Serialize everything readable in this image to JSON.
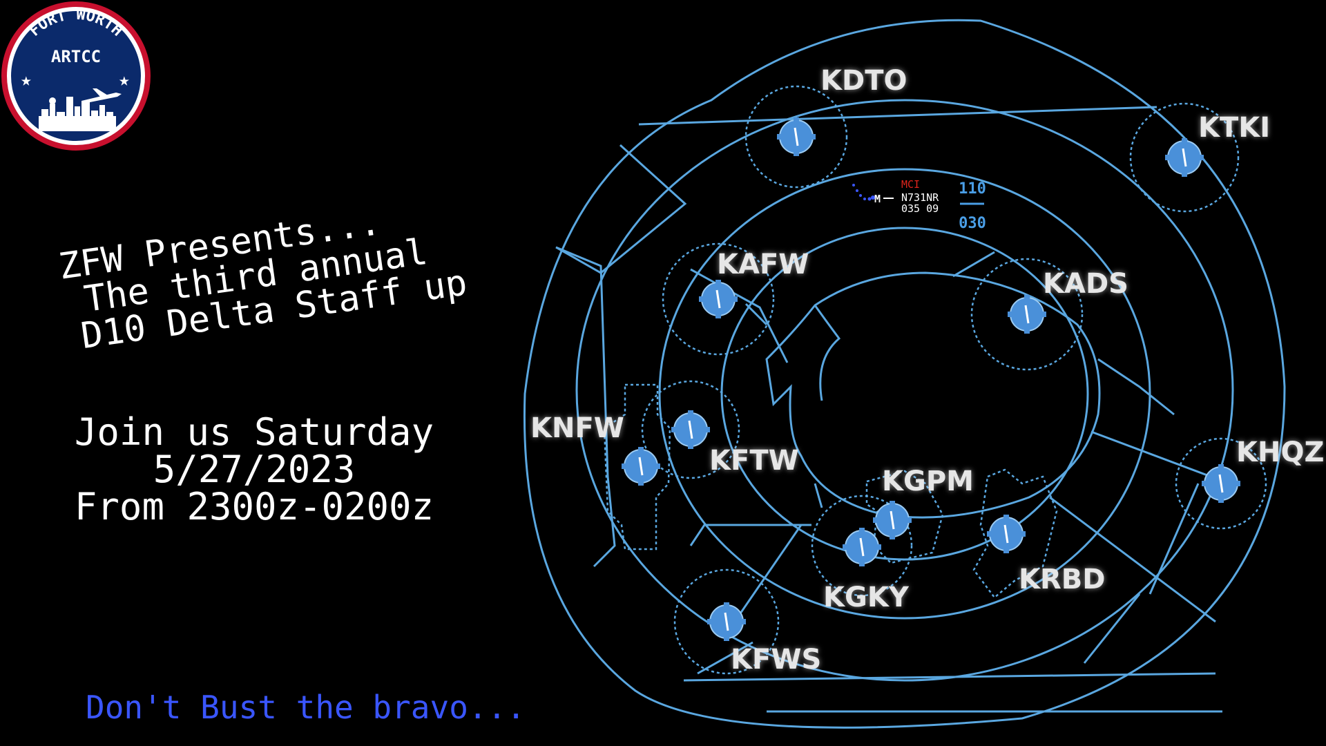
{
  "logo": {
    "top_text": "FORT WORTH",
    "bottom_text": "ARTCC",
    "colors": {
      "ring": "#c8102e",
      "field": "#0b2a6b",
      "text": "#ffffff"
    }
  },
  "headline": {
    "line1": "ZFW Presents...",
    "line2": "The third annual",
    "line3": "D10 Delta Staff up"
  },
  "event": {
    "line1": "Join us Saturday",
    "line2": "5/27/2023",
    "line3": "From 2300z-0200z"
  },
  "footer": {
    "tagline": "Don't Bust the bravo..."
  },
  "airports": {
    "kdto": "KDTO",
    "ktki": "KTKI",
    "kafw": "KAFW",
    "kads": "KADS",
    "knfw": "KNFW",
    "kftw": "KFTW",
    "kgpm": "KGPM",
    "khqz": "KHQZ",
    "kgky": "KGKY",
    "krbd": "KRBD",
    "kfws": "KFWS"
  },
  "datablock": {
    "destination": "MCI",
    "callsign": "N731NR",
    "altitude_speed": "035 09",
    "position_symbol": "M",
    "upper_limit": "110",
    "lower_limit": "030"
  },
  "colors": {
    "background": "#000000",
    "airspace_line": "#5aa7e0",
    "airport_fill": "#4a90d9",
    "label": "#e6e6e6",
    "footer_text": "#3a56ff",
    "datablock_red": "#e0241c",
    "datablock_blue": "#4a9ee6"
  }
}
